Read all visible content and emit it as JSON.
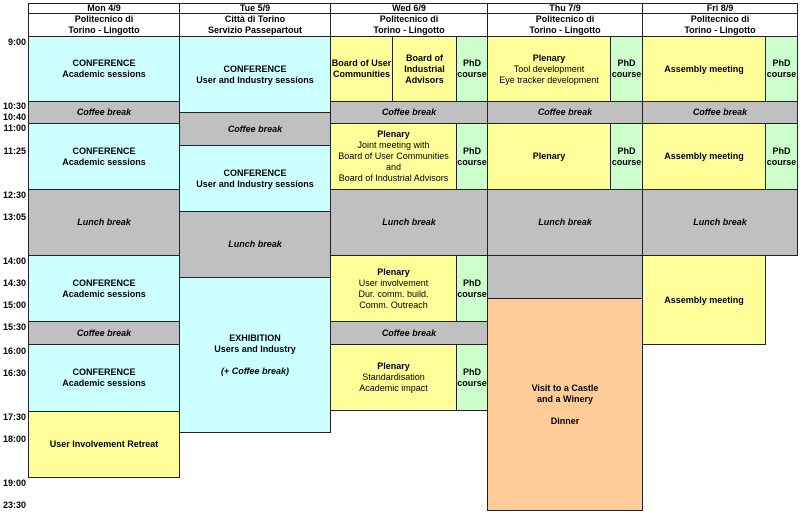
{
  "times": [
    "9:00",
    "10:30",
    "10:40",
    "11:00",
    "11:25",
    "12:30",
    "13:05",
    "14:00",
    "14:30",
    "15:00",
    "15:30",
    "16:00",
    "16:30",
    "17:30",
    "18:00",
    "19:00",
    "23:30"
  ],
  "days": [
    {
      "day": "Mon 4/9",
      "venue1": "Politecnico di",
      "venue2": "Torino - Lingotto"
    },
    {
      "day": "Tue 5/9",
      "venue1": "Città di Torino",
      "venue2": "Servizio Passepartout"
    },
    {
      "day": "Wed 6/9",
      "venue1": "Politecnico di",
      "venue2": "Torino - Lingotto"
    },
    {
      "day": "Thu 7/9",
      "venue1": "Politecnico di",
      "venue2": "Torino - Lingotto"
    },
    {
      "day": "Fri 8/9",
      "venue1": "Politecnico di",
      "venue2": "Torino - Lingotto"
    }
  ],
  "labels": {
    "conference": "CONFERENCE",
    "academic": "Academic sessions",
    "user_industry": "User and Industry sessions",
    "coffee": "Coffee break",
    "lunch": "Lunch break",
    "retreat": "User Involvement Retreat",
    "exhibition": "EXHIBITION",
    "exhibition_sub": "Users and Industry",
    "exhibition_coffee": "(+ Coffee break)",
    "board_user": "Board of User Communities",
    "board_ind": "Board of Industrial Advisors",
    "phd1": "PhD",
    "phd2": "course",
    "plenary": "Plenary",
    "joint1": "Joint meeting with",
    "joint2": "Board of User Communities",
    "joint3": "and",
    "joint4": "Board of Industrial Advisors",
    "ui1": "User involvement",
    "ui2": "Dur. comm. build.",
    "ui3": "Comm. Outreach",
    "std1": "Standardisation",
    "std2": "Academic impact",
    "tool": "Tool development",
    "eye": "Eye tracker development",
    "visit1": "Visit to a Castle",
    "visit2": "and a Winery",
    "dinner": "Dinner",
    "assembly": "Assembly meeting"
  },
  "colors": {
    "conference": "#ccffff",
    "meeting": "#ffff99",
    "phd": "#ccffcc",
    "break": "#c0c0c0",
    "excursion": "#ffcc99"
  }
}
